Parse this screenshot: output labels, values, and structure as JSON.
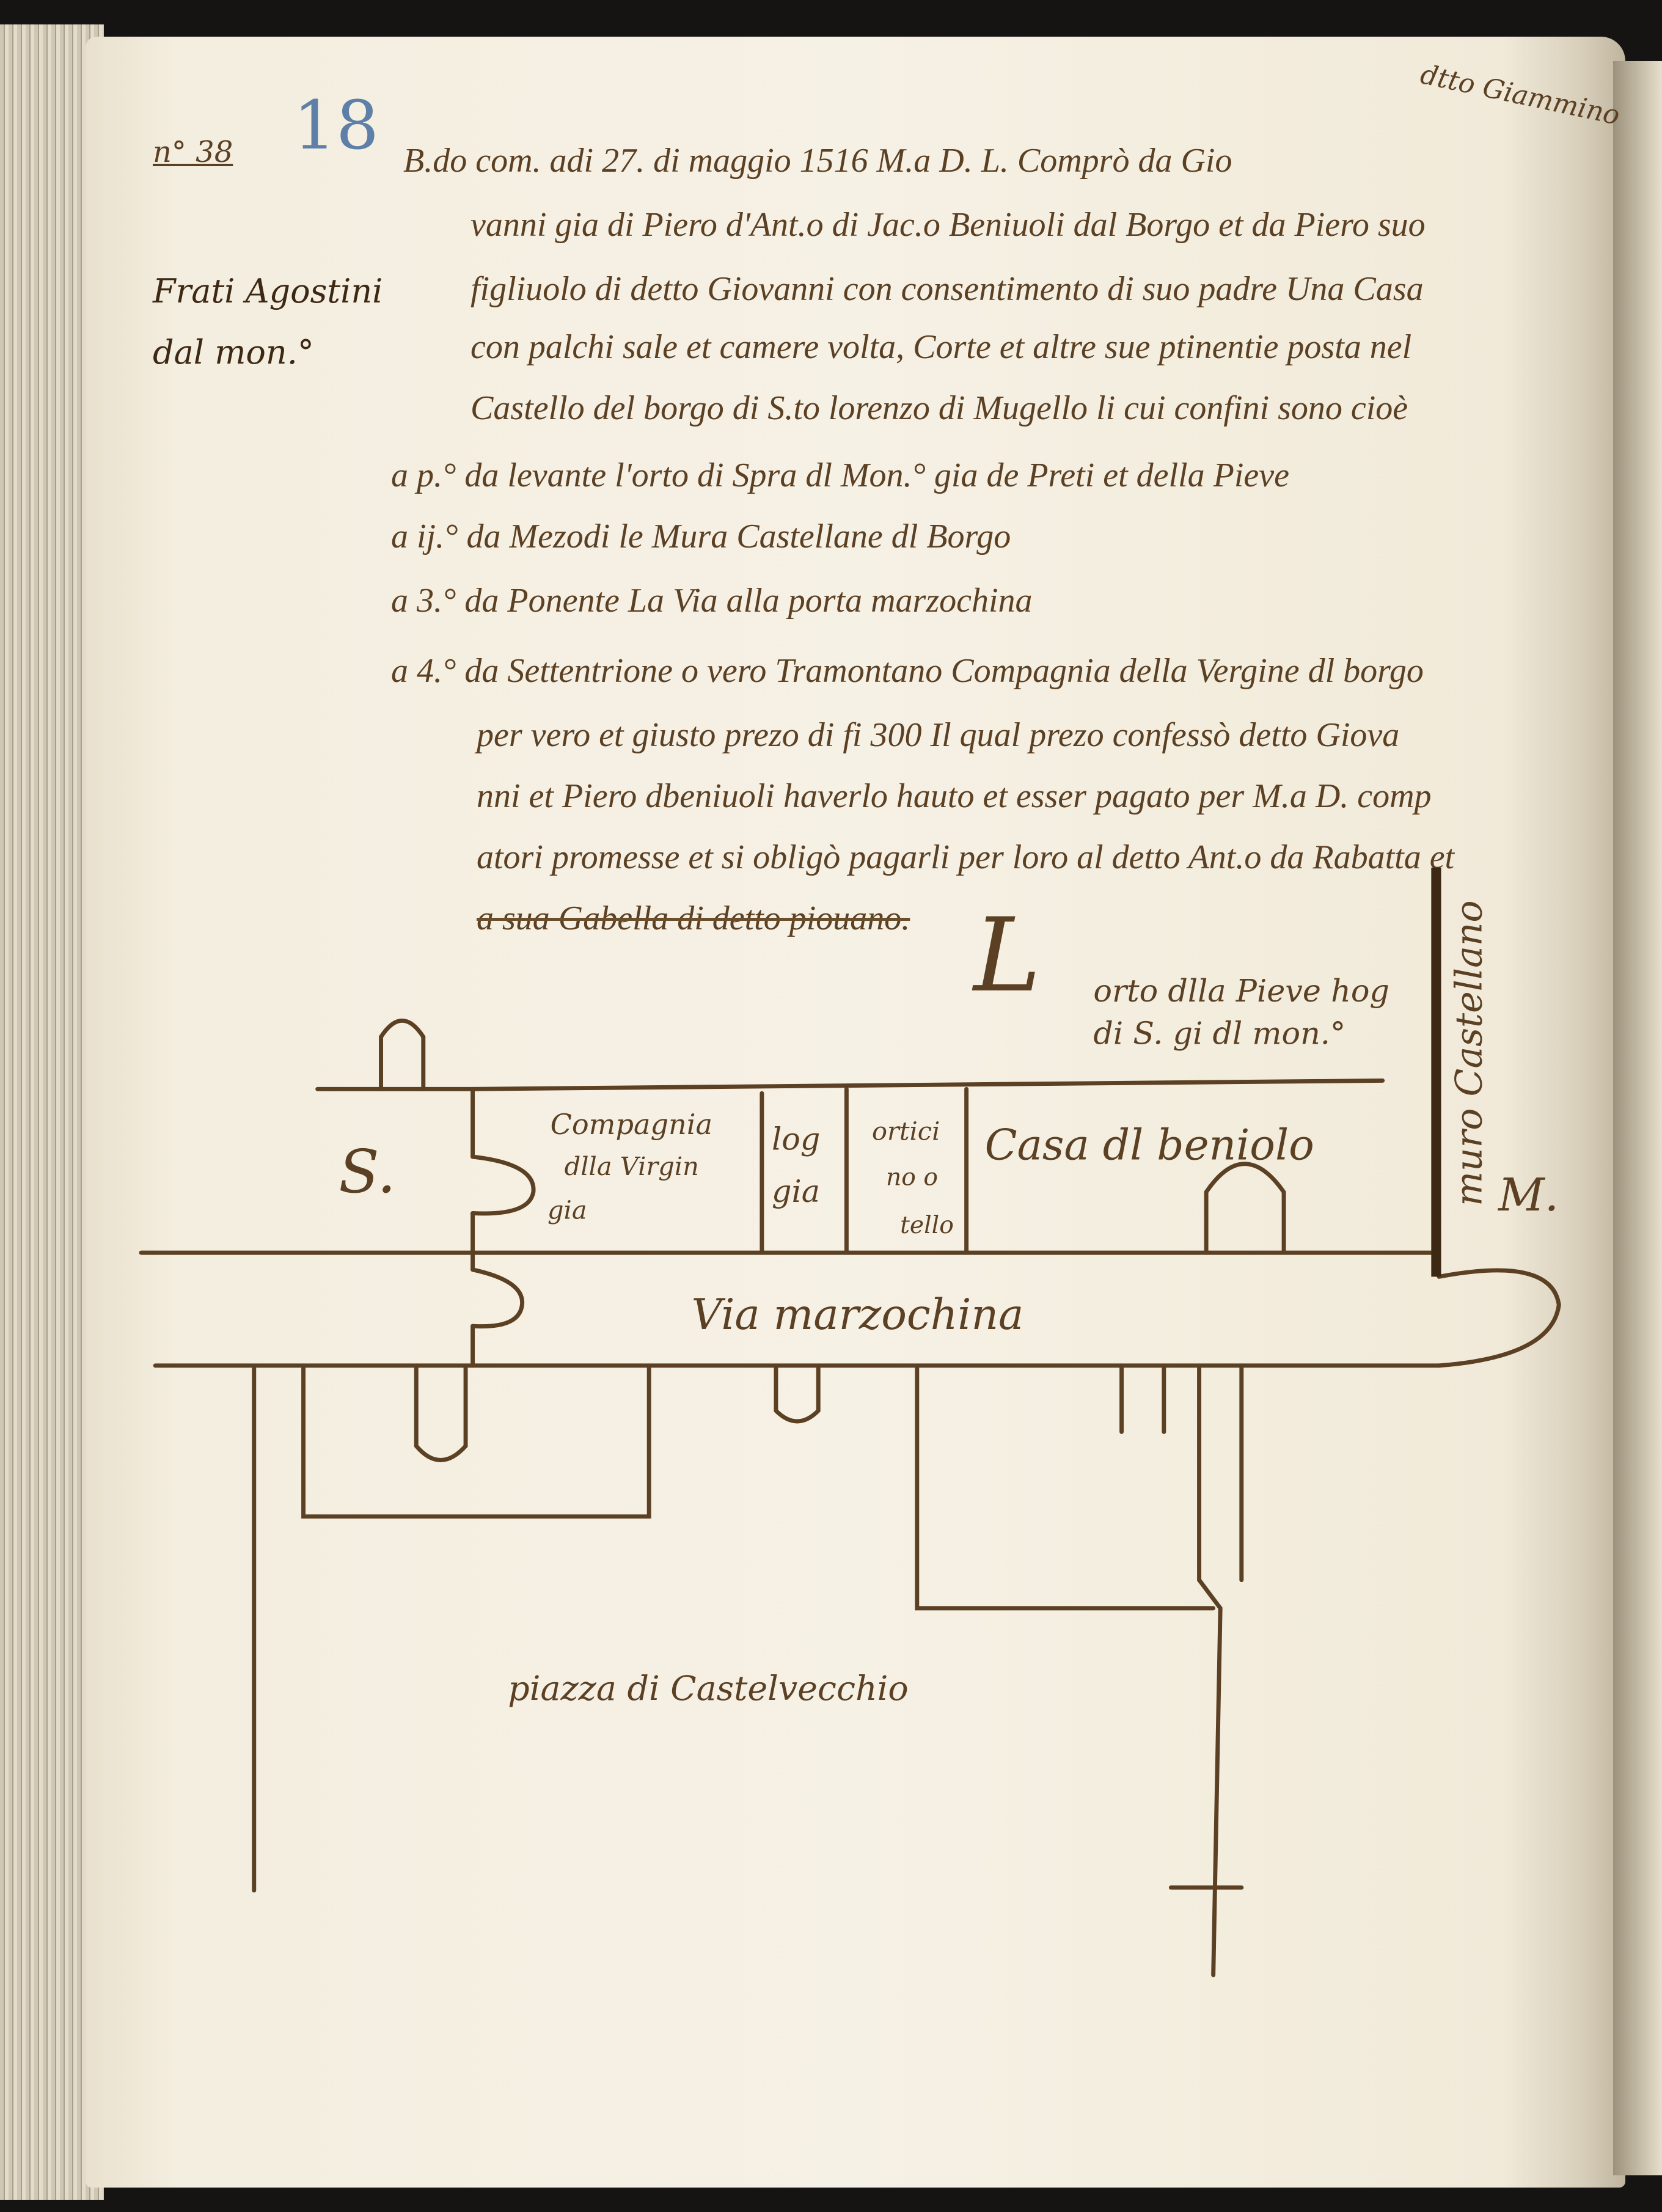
{
  "margin": {
    "folio_number": "n° 38",
    "page_number": "18",
    "note_left": [
      "Frati Agostini",
      "dal mon.°"
    ],
    "note_top_right": "dtto Giammino"
  },
  "record": {
    "lines": [
      "B.do  com. adi  27. di maggio 1516  M.a D. L.  Comprò da Gio",
      "vanni gia di Piero d'Ant.o di Jac.o Beniuoli dal Borgo  et da Piero suo",
      "figliuolo di detto Giovanni con consentimento di suo padre  Una Casa",
      "con palchi sale et camere volta, Corte et altre sue ptinentie  posta nel",
      "Castello del borgo di S.to lorenzo di Mugello  li cui confini sono cioè",
      "a p.° da levante  l'orto di Spra dl Mon.°  gia de Preti et della Pieve",
      "a ij.° da Mezodi  le Mura Castellane dl Borgo",
      "a 3.° da Ponente  La Via alla porta marzochina",
      "a 4.° da Settentrione o vero Tramontano  Compagnia della Vergine dl borgo",
      "per vero et giusto prezo di fi 300  Il qual prezo confessò detto Giova",
      "nni et Piero dbeniuoli haverlo hauto et esser pagato per M.a D. comp",
      "atori promesse et si obligò pagarli per loro al detto Ant.o da Rabatta et",
      "a sua Gabella di detto piouano."
    ]
  },
  "map": {
    "label_L": "L",
    "label_orto": [
      "orto  dlla Pieve hog",
      "di S.  gi dl mon.°"
    ],
    "label_S": "S.",
    "label_M": "M.",
    "label_compagnia": [
      "Compagnia",
      "dlla Virgin",
      "gia"
    ],
    "label_loggia": [
      "log",
      "gia"
    ],
    "label_orticino": [
      "ortici",
      "no o",
      "tello"
    ],
    "label_casa": "Casa dl beniolo",
    "label_via": "Via  marzochina",
    "label_muro": "muro Castellano",
    "label_piazza": "piazza di Castelvecchio"
  },
  "colors": {
    "ink": "#5b4023",
    "pencil": "#5d7fa8",
    "paper": "#f4eee0"
  }
}
